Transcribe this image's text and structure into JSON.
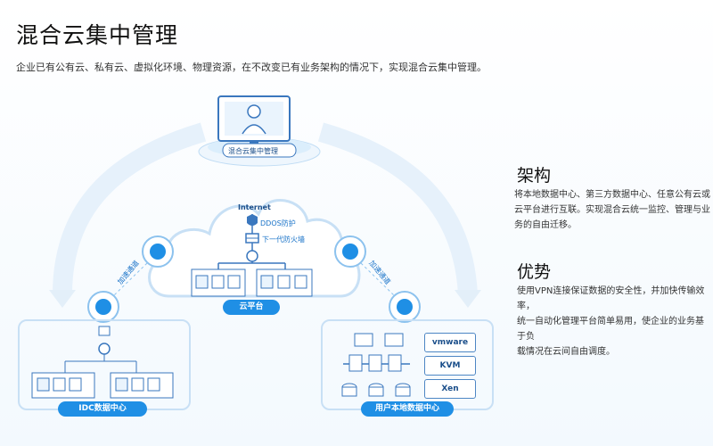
{
  "header": {
    "title": "混合云集中管理",
    "description": "企业已有公有云、私有云、虚拟化环境、物理资源，在不改变已有业务架构的情况下，实现混合云集中管理。"
  },
  "diagram": {
    "monitor_label": "混合云集中管理",
    "cloud": {
      "internet": "Internet",
      "ddos": "DDOS防护",
      "firewall": "下一代防火墙",
      "label": "云平台"
    },
    "links": {
      "left": "加速通道",
      "right": "加速通道"
    },
    "idc": {
      "label": "IDC数据中心"
    },
    "local": {
      "label": "用户本地数据中心",
      "products": [
        "vmware",
        "KVM",
        "Xen"
      ]
    }
  },
  "panels": [
    {
      "title": "架构",
      "lines": [
        "将本地数据中心、第三方数据中心、任意公有云或",
        "云平台进行互联。实现混合云统一监控、管理与业",
        "务的自由迁移。"
      ]
    },
    {
      "title": "优势",
      "lines": [
        "使用VPN连接保证数据的安全性，并加快传输效率，",
        "统一自动化管理平台简单易用，使企业的业务基于负",
        "载情况在云间自由调度。"
      ]
    }
  ],
  "colors": {
    "accent": "#1f8fe5",
    "border": "#c8e0f5",
    "arc": "#e6f1fb"
  }
}
